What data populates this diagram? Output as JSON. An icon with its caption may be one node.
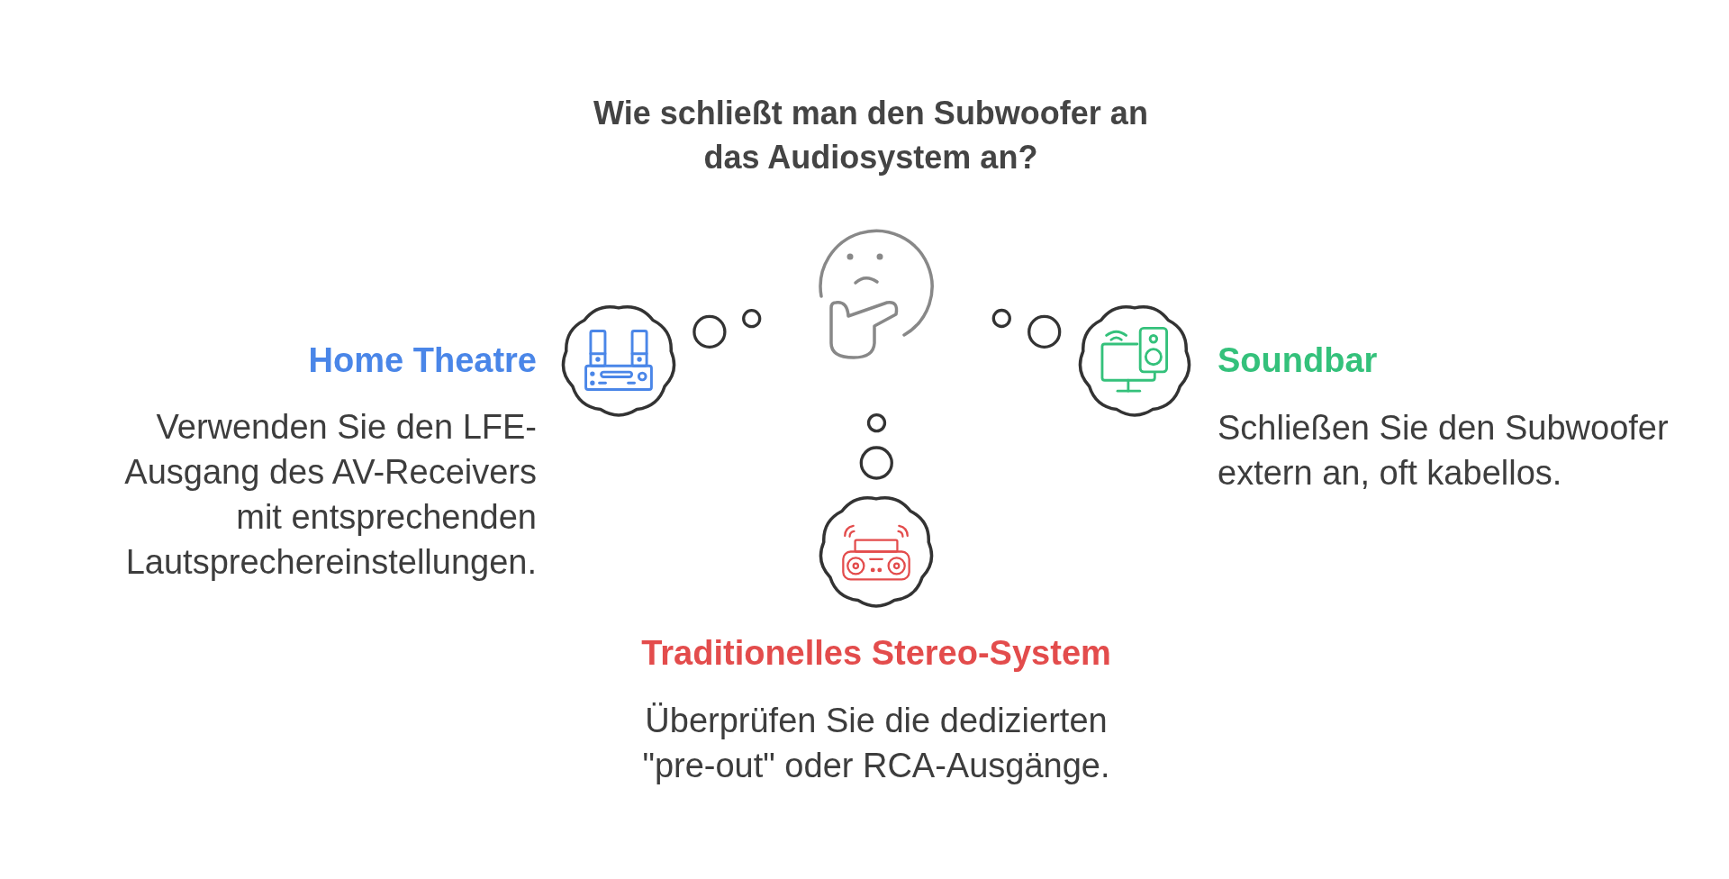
{
  "diagram": {
    "title": "Wie schließt man den Subwoofer an das Audiosystem an?",
    "nodes": [
      {
        "text": [],
        "shape": "picture"
      },
      {
        "text": [],
        "shape": "cloud",
        "beside": [
          "Home Theatre",
          "Verwenden Sie den LFE-Ausgang des AV-Receivers mit entsprechenden Lautsprechereinstellungen."
        ]
      },
      {
        "text": [],
        "shape": "cloud",
        "beside": [
          "Soundbar",
          "Schließen Sie den Subwoofer extern an, oft kabellos."
        ]
      },
      {
        "text": [],
        "shape": "cloud",
        "beside": [
          "Traditionelles Stereo-System",
          "Überprüfen Sie die dedizierten \"pre-out\" oder RCA-Ausgänge."
        ]
      }
    ],
    "edges": [
      {
        "from": 0,
        "to": 1,
        "arrow": "none"
      },
      {
        "from": 0,
        "to": 2,
        "arrow": "none"
      },
      {
        "from": 0,
        "to": 3,
        "arrow": "none"
      }
    ]
  }
}
